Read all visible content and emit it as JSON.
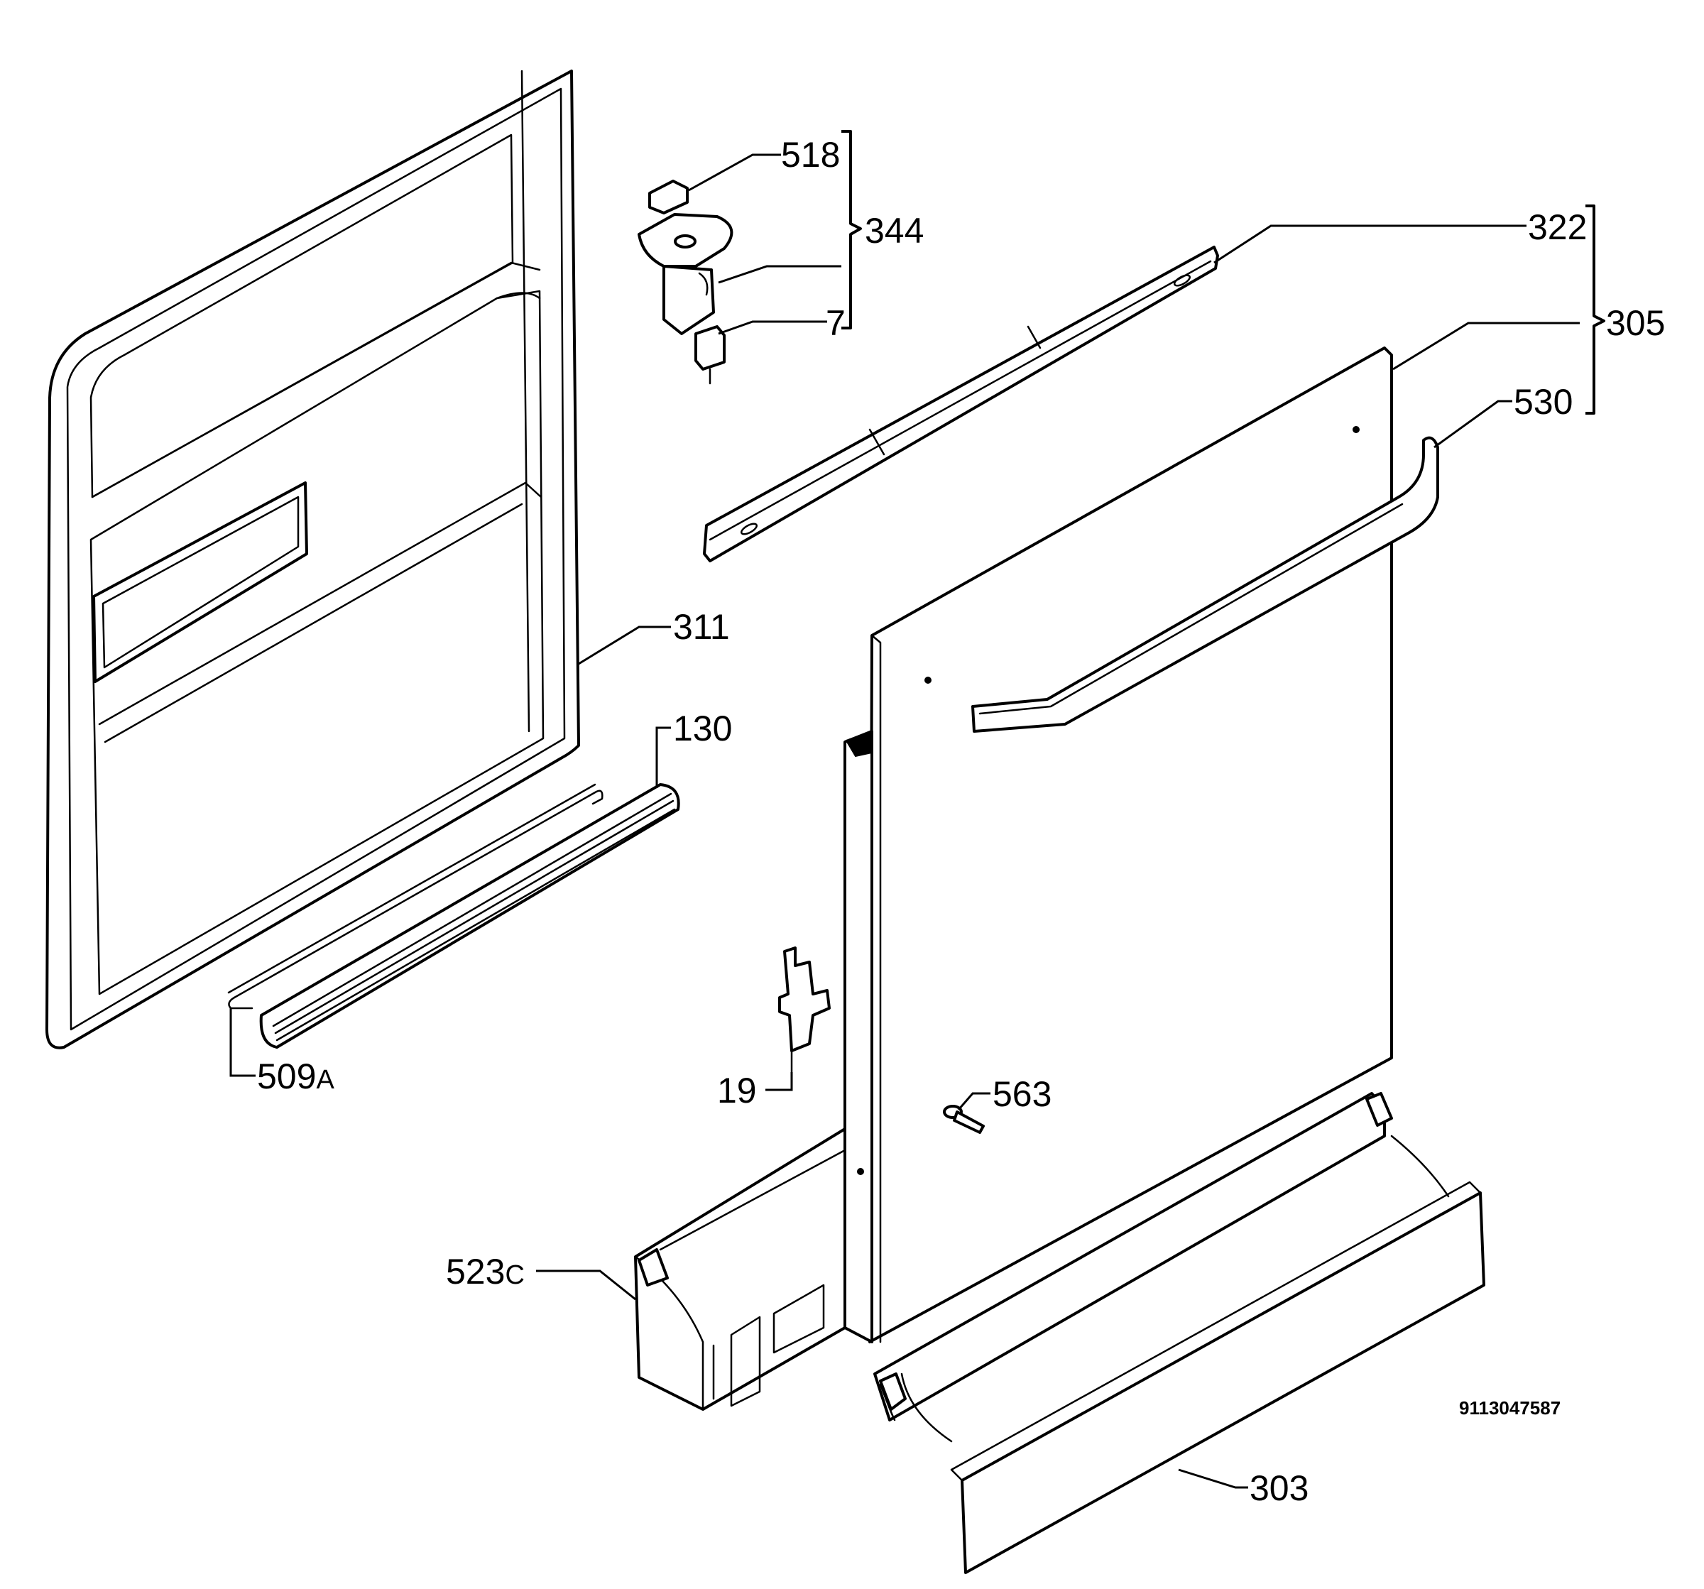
{
  "labels": {
    "p518": "518",
    "p344": "344",
    "p7": "7",
    "p322": "322",
    "p305": "305",
    "p530": "530",
    "p311": "311",
    "p130": "130",
    "p509": "509",
    "p509_suffix": "A",
    "p19": "19",
    "p563": "563",
    "p523": "523",
    "p523_suffix": "C",
    "p303": "303"
  },
  "document_number": "9113047587",
  "colors": {
    "line": "#000000",
    "background": "#ffffff"
  }
}
